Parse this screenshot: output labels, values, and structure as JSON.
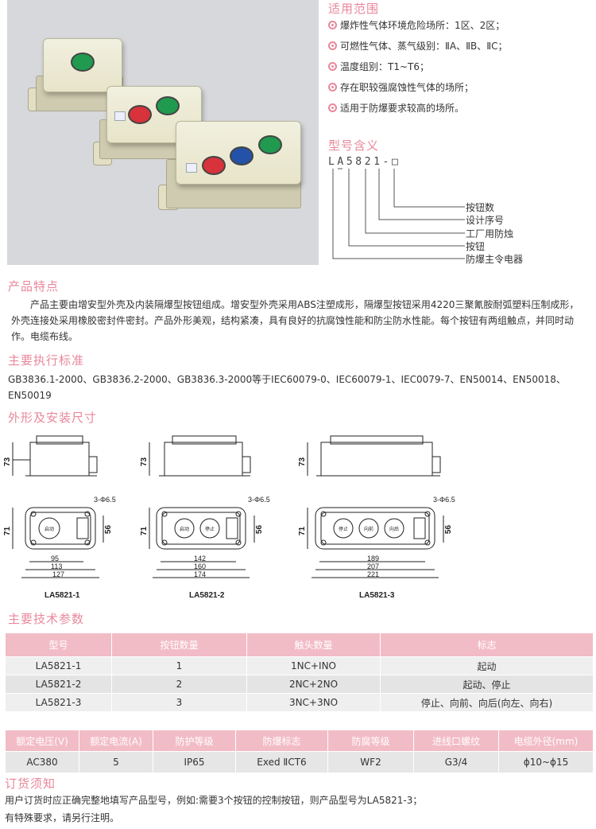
{
  "applicable_range": {
    "heading": "适用范围",
    "items": [
      "爆炸性气体环境危险场所：1区、2区；",
      "可燃性气体、蒸气级别：ⅡA、ⅡB、ⅡC；",
      "温度组别：T1~T6；",
      "存在职较强腐蚀性气体的场所；",
      "适用于防爆要求较高的场所。"
    ]
  },
  "model_meaning": {
    "heading": "型号含义",
    "code": "LA5821-□",
    "labels": [
      "按钮数",
      "设计序号",
      "工厂用防烛",
      "按钮",
      "防爆主令电器"
    ]
  },
  "features": {
    "heading": "产品特点",
    "text": "产品主要由增安型外壳及内装隔爆型按钮组成。增安型外壳采用ABS注塑成形，隔爆型按钮采用4220三聚氰胺耐弧塑料压制成形，外壳连接处采用橡胶密封件密封。产品外形美观，结构紧凑，具有良好的抗腐蚀性能和防尘防水性能。每个按钮有两组触点，并同时动作。电缆布线。"
  },
  "standards": {
    "heading": "主要执行标准",
    "text": "GB3836.1-2000、GB3836.2-2000、GB3836.3-2000等于IEC60079-0、IEC60079-1、IEC0079-7、EN50014、EN50018、EN50019"
  },
  "dimensions": {
    "heading": "外形及安装尺寸",
    "height_label": "73",
    "width_label": "71",
    "side_label": "56",
    "hole_label": "3-Φ6.5",
    "drawings": [
      {
        "caption": "LA5821-1",
        "inner": "95",
        "mid": "113",
        "outer": "127",
        "buttons": [
          "启动"
        ]
      },
      {
        "caption": "LA5821-2",
        "inner": "142",
        "mid": "160",
        "outer": "174",
        "buttons": [
          "启动",
          "停止"
        ]
      },
      {
        "caption": "LA5821-3",
        "inner": "189",
        "mid": "207",
        "outer": "221",
        "buttons": [
          "停止",
          "向前",
          "向后"
        ]
      }
    ]
  },
  "tech_params": {
    "heading": "主要技术参数",
    "headers": [
      "型号",
      "按钮数量",
      "触头数量",
      "标志"
    ],
    "rows": [
      [
        "LA5821-1",
        "1",
        "1NC+INO",
        "起动"
      ],
      [
        "LA5821-2",
        "2",
        "2NC+2NO",
        "起动、停止"
      ],
      [
        "LA5821-3",
        "3",
        "3NC+3NO",
        "停止、向前、向后(向左、向右)"
      ]
    ]
  },
  "ratings": {
    "headers": [
      "额定电压(V)",
      "额定电流(A)",
      "防护等级",
      "防爆标志",
      "防腐等级",
      "进线口螺纹",
      "电缆外径(mm)"
    ],
    "values": [
      "AC380",
      "5",
      "IP65",
      "Exed ⅡCT6",
      "WF2",
      "G3/4",
      "ϕ10~ϕ15"
    ]
  },
  "ordering": {
    "heading": "订货须知",
    "lines": [
      "用户订货时应正确完整地填写产品型号，例如:需要3个按钮的控制按钮，则产品型号为LA5821-3；",
      "有特殊要求，请另行注明。"
    ]
  },
  "colors": {
    "accent": "#e9879b",
    "table_header": "#f2bcc6",
    "button_green": "#1f9a4f",
    "button_red": "#d8323a",
    "button_blue": "#2452a8"
  }
}
